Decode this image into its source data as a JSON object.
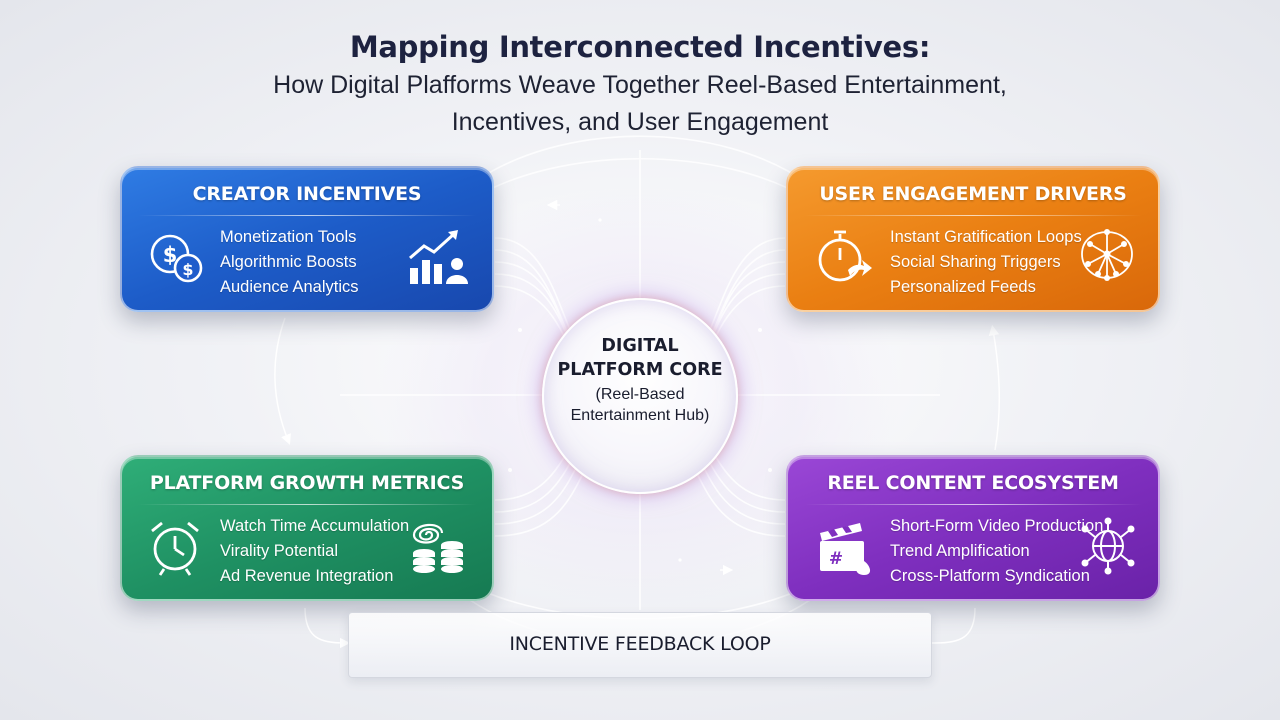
{
  "title": {
    "main": "Mapping Interconnected Incentives:",
    "sub_line1": "How Digital Plafforms Weave Together Reel-Based Entertainment,",
    "sub_line2": "Incentives, and User Engagement"
  },
  "cards": {
    "creator": {
      "title": "CREATOR INCENTIVES",
      "items": [
        "Monetization Tools",
        "Algorithmic Boosts",
        "Audience Analytics"
      ],
      "icons": [
        "dollar-coins-icon",
        "growth-chart-user-icon"
      ],
      "color": "#1f5fcb"
    },
    "user": {
      "title": "USER ENGAGEMENT DRIVERS",
      "items": [
        "Instant Gratification Loops",
        "Social Sharing Triggers",
        "Personalized Feeds"
      ],
      "icons": [
        "stopwatch-arrow-icon",
        "neural-brain-icon"
      ],
      "color": "#ec8114"
    },
    "growth": {
      "title": "PLATFORM GROWTH METRICS",
      "items": [
        "Watch Time Accumulation",
        "Virality Potential",
        "Ad Revenue Integration"
      ],
      "icons": [
        "alarm-clock-icon",
        "spiral-coin-stack-icon"
      ],
      "color": "#1f9163"
    },
    "reel": {
      "title": "REEL CONTENT ECOSYSTEM",
      "items": [
        "Short-Form Video Production",
        "Trend Amplification",
        "Cross-Platform Syndication"
      ],
      "icons": [
        "clapperboard-hashtag-icon",
        "network-globe-icon"
      ],
      "color": "#8231c1"
    }
  },
  "hub": {
    "title_line1": "DIGITAL",
    "title_line2": "PLATFORM CORE",
    "sub_line1": "(Reel-Based",
    "sub_line2": "Entertainment Hub)"
  },
  "feedback": {
    "label": "INCENTIVE FEEDBACK LOOP"
  }
}
